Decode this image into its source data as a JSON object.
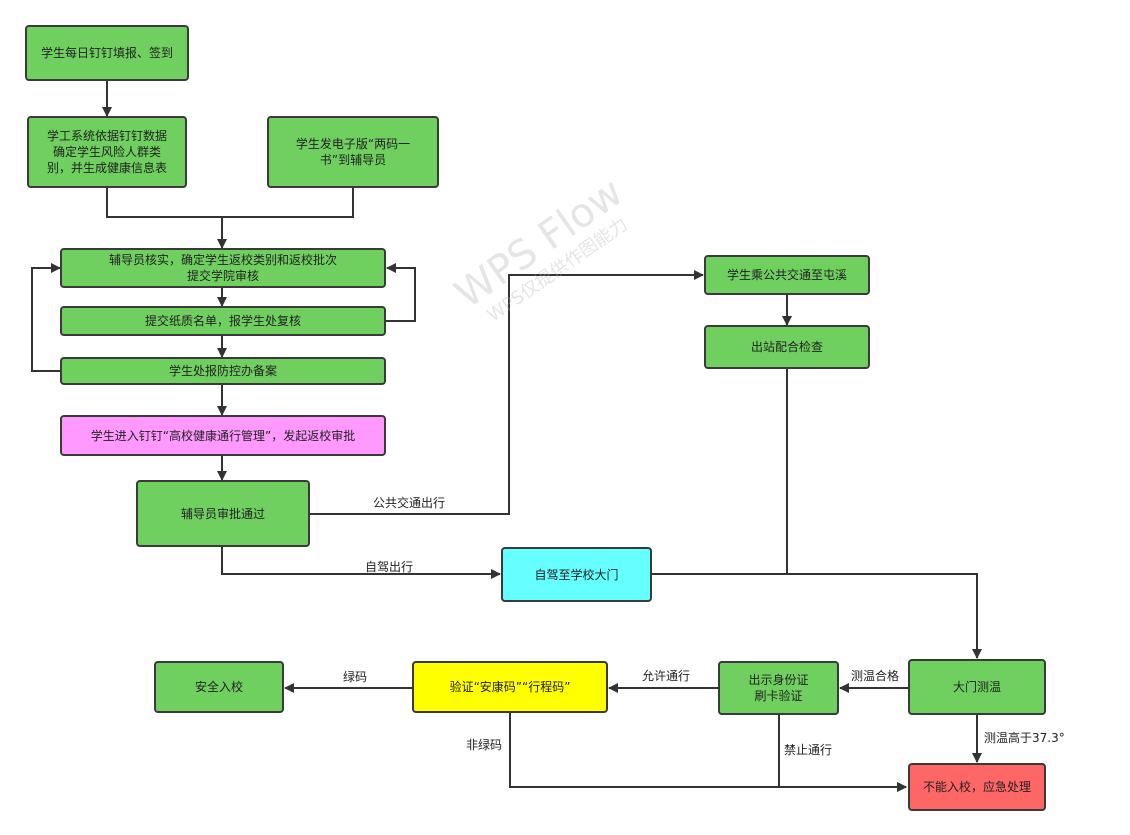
{
  "nodes": {
    "n1": "学生每日钉钉填报、签到",
    "n2": "学工系统依据钉钉数据\n确定学生风险人群类\n别，并生成健康信息表",
    "n3": "学生发电子版“两码一\n书”到辅导员",
    "n4": "辅导员核实，确定学生返校类别和返校批次\n提交学院审核",
    "n5": "提交纸质名单，报学生处复核",
    "n6": "学生处报防控办备案",
    "n7": "学生进入钉钉“高校健康通行管理”，发起返校审批",
    "n8": "辅导员审批通过",
    "n9": "学生乘公共交通至屯溪",
    "n10": "出站配合检查",
    "n11": "自驾至学校大门",
    "n12": "大门测温",
    "n13": "出示身份证\n刷卡验证",
    "n14": "验证“安康码”“行程码”",
    "n15": "安全入校",
    "n16": "不能入校，应急处理"
  },
  "edge_labels": {
    "public_transport": "公共交通出行",
    "self_drive": "自驾出行",
    "temp_ok": "测温合格",
    "temp_high": "测温高于37.3°",
    "allow": "允许通行",
    "forbid": "禁止通行",
    "green_code": "绿码",
    "non_green": "非绿码"
  },
  "watermark": {
    "title": "WPS Flow",
    "subtitle": "WPS仅提供作图能力"
  },
  "colors": {
    "green": "#6fd060",
    "pink": "#ff99ff",
    "cyan": "#66ffff",
    "yellow": "#ffff00",
    "red": "#ff6666",
    "line": "#333333"
  }
}
